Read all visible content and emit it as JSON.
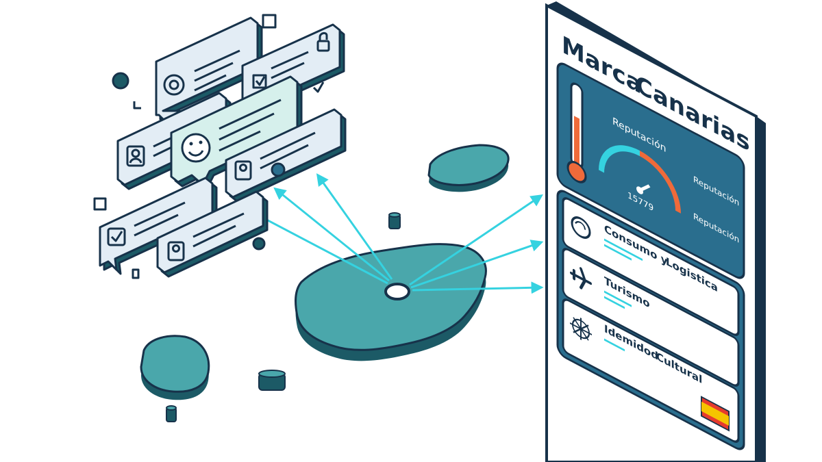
{
  "panel": {
    "title_line1": "Marca",
    "title_line2": "Canarias",
    "gauge_label": "Reputación",
    "gauge_value": "15779",
    "side_label_1": "Reputación",
    "side_label_2": "Reputación",
    "categories": [
      {
        "label_line1": "Consumo y",
        "label_line2": "Logistica",
        "icon": "network-brain-icon"
      },
      {
        "label_line1": "Turismo",
        "label_line2": "",
        "icon": "airplane-icon"
      },
      {
        "label_line1": "Idemidod",
        "label_line2": "Cultural",
        "icon": "compass-rose-icon"
      }
    ]
  },
  "colors": {
    "navy": "#17324a",
    "teal": "#4aa7ab",
    "teal_dark": "#1c5a66",
    "cyan": "#35d2e0",
    "orange": "#ef6a3a",
    "panel_blue": "#2a6e8e",
    "bubble_light": "#e3edf5",
    "bubble_mint": "#d6f0ec",
    "flag_red": "#e63b2e",
    "flag_yellow": "#f5c400"
  }
}
